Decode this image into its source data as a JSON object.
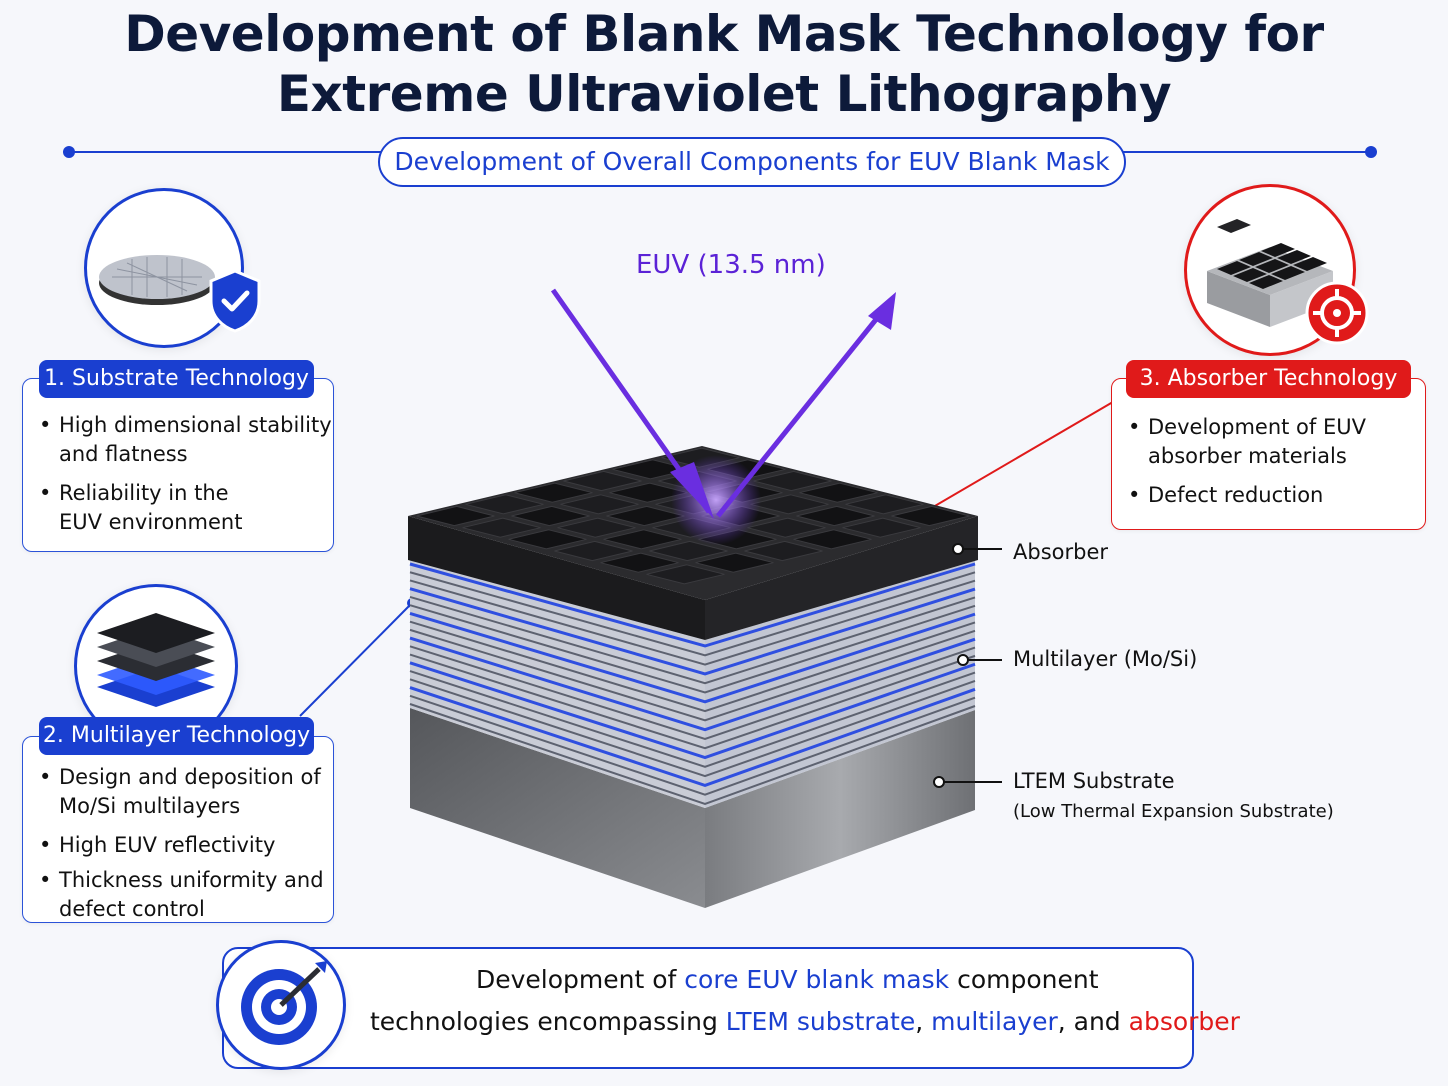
{
  "title": {
    "line1": "Development of Blank Mask Technology for",
    "line2": "Extreme Ultraviolet Lithography"
  },
  "subtitle": "Development of Overall Components for EUV Blank Mask",
  "euv_label": "EUV (13.5 nm)",
  "sections": [
    {
      "label": "1. Substrate Technology",
      "color": "#1a3fd0",
      "bullets": [
        [
          "High dimensional stability",
          "and flatness"
        ],
        [
          "Reliability in the",
          "EUV environment"
        ]
      ]
    },
    {
      "label": "2. Multilayer Technology",
      "color": "#1a3fd0",
      "bullets": [
        [
          "Design and deposition of",
          "Mo/Si multilayers"
        ],
        [
          "High EUV reflectivity"
        ],
        [
          "Thickness uniformity and",
          "defect control"
        ]
      ]
    },
    {
      "label": "3. Absorber Technology",
      "color": "#e01a1a",
      "bullets": [
        [
          "Development of EUV",
          "absorber materials"
        ],
        [
          "Defect reduction"
        ]
      ]
    }
  ],
  "layers": {
    "absorber": "Absorber",
    "multilayer": "Multilayer (Mo/Si)",
    "substrate": "LTEM Substrate",
    "substrate_sub": "(Low Thermal Expansion Substrate)"
  },
  "bottom": {
    "line1": [
      "Development of ",
      "core EUV blank mask",
      " component"
    ],
    "line2": [
      "technologies encompassing ",
      "LTEM substrate",
      ", ",
      "multilayer",
      ", and ",
      "absorber"
    ]
  },
  "icons": [
    "wafer-icon",
    "shield-check-icon",
    "layer-stack-icon",
    "absorber-grid-icon",
    "target-icon",
    "bullseye-icon"
  ]
}
